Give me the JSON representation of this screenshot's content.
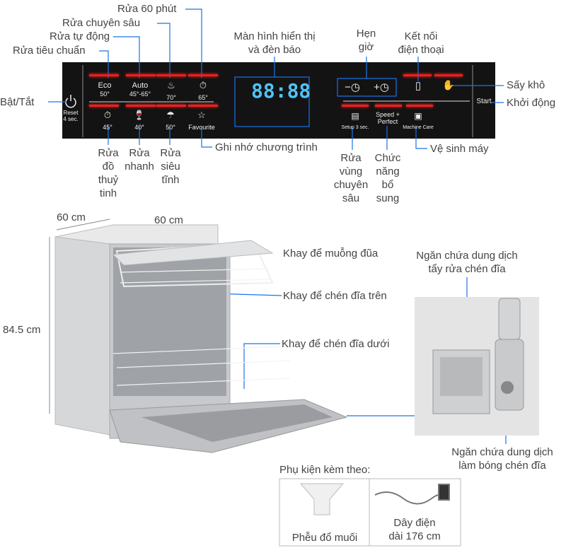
{
  "panel_labels_top": {
    "rua_60_phut": "Rửa 60 phút",
    "rua_chuyen_sau": "Rửa chuyên sâu",
    "rua_tu_dong": "Rửa tự động",
    "rua_tieu_chuan": "Rửa tiêu chuẩn",
    "man_hinh": "Màn hình hiển thị",
    "man_hinh_2": "và đèn báo",
    "hen_gio": "Hẹn",
    "hen_gio_2": "giờ",
    "ket_noi": "Kết nối",
    "ket_noi_2": "điện thoại"
  },
  "panel_labels_side": {
    "bat_tat": "Bật/Tắt",
    "say_kho": "Sấy khô",
    "khoi_dong": "Khởi động"
  },
  "panel_labels_bottom": {
    "rua_do_thuy_tinh": [
      "Rửa",
      "đồ",
      "thuỷ",
      "tinh"
    ],
    "rua_nhanh": [
      "Rửa",
      "nhanh"
    ],
    "rua_sieu_tinh": [
      "Rửa",
      "siêu",
      "tĩnh"
    ],
    "ghi_nho": "Ghi nhớ chương trình",
    "rua_vung_chuyen_sau": [
      "Rửa",
      "vùng",
      "chuyên",
      "sâu"
    ],
    "chuc_nang_bo_sung": [
      "Chức",
      "năng",
      "bổ",
      "sung"
    ],
    "ve_sinh_may": "Vệ sinh máy"
  },
  "panel": {
    "reset": "Reset",
    "reset_2": "4 sec.",
    "eco": "Eco",
    "eco_temp": "50°",
    "auto": "Auto",
    "auto_temp": "45°-65°",
    "intensive_temp": "70°",
    "h1_temp": "65°",
    "glass_temp": "45°",
    "quick_temp": "40°",
    "silence_temp": "50°",
    "favourite": "Favourite",
    "display": "88:88",
    "timer_minus": "−◷",
    "timer_plus": "+◷",
    "setup": "Setup 3 sec.",
    "speed": "Speed",
    "perfect": "Perfect",
    "plus": "+",
    "machine_care": "Machine Care",
    "start": "Start"
  },
  "dimensions": {
    "depth": "60 cm",
    "width": "60 cm",
    "height": "84.5 cm"
  },
  "parts": {
    "cutlery": "Khay để muỗng đũa",
    "upper": "Khay để chén đĩa trên",
    "lower": "Khay để chén đĩa dưới",
    "detergent": "Ngăn chứa dung dịch",
    "detergent_2": "tẩy rửa chén đĩa",
    "rinse": "Ngăn chứa dung dịch",
    "rinse_2": "làm bóng chén đĩa"
  },
  "accessories": {
    "title": "Phụ kiện kèm theo:",
    "items": [
      {
        "label": "Phễu đổ muối"
      },
      {
        "label": "Dây điện",
        "label_2": "dài 176 cm"
      }
    ]
  },
  "colors": {
    "leader": "#1a73e8",
    "panel": "#111111",
    "led": "#f21d1d",
    "display": "#4fc3f7"
  }
}
